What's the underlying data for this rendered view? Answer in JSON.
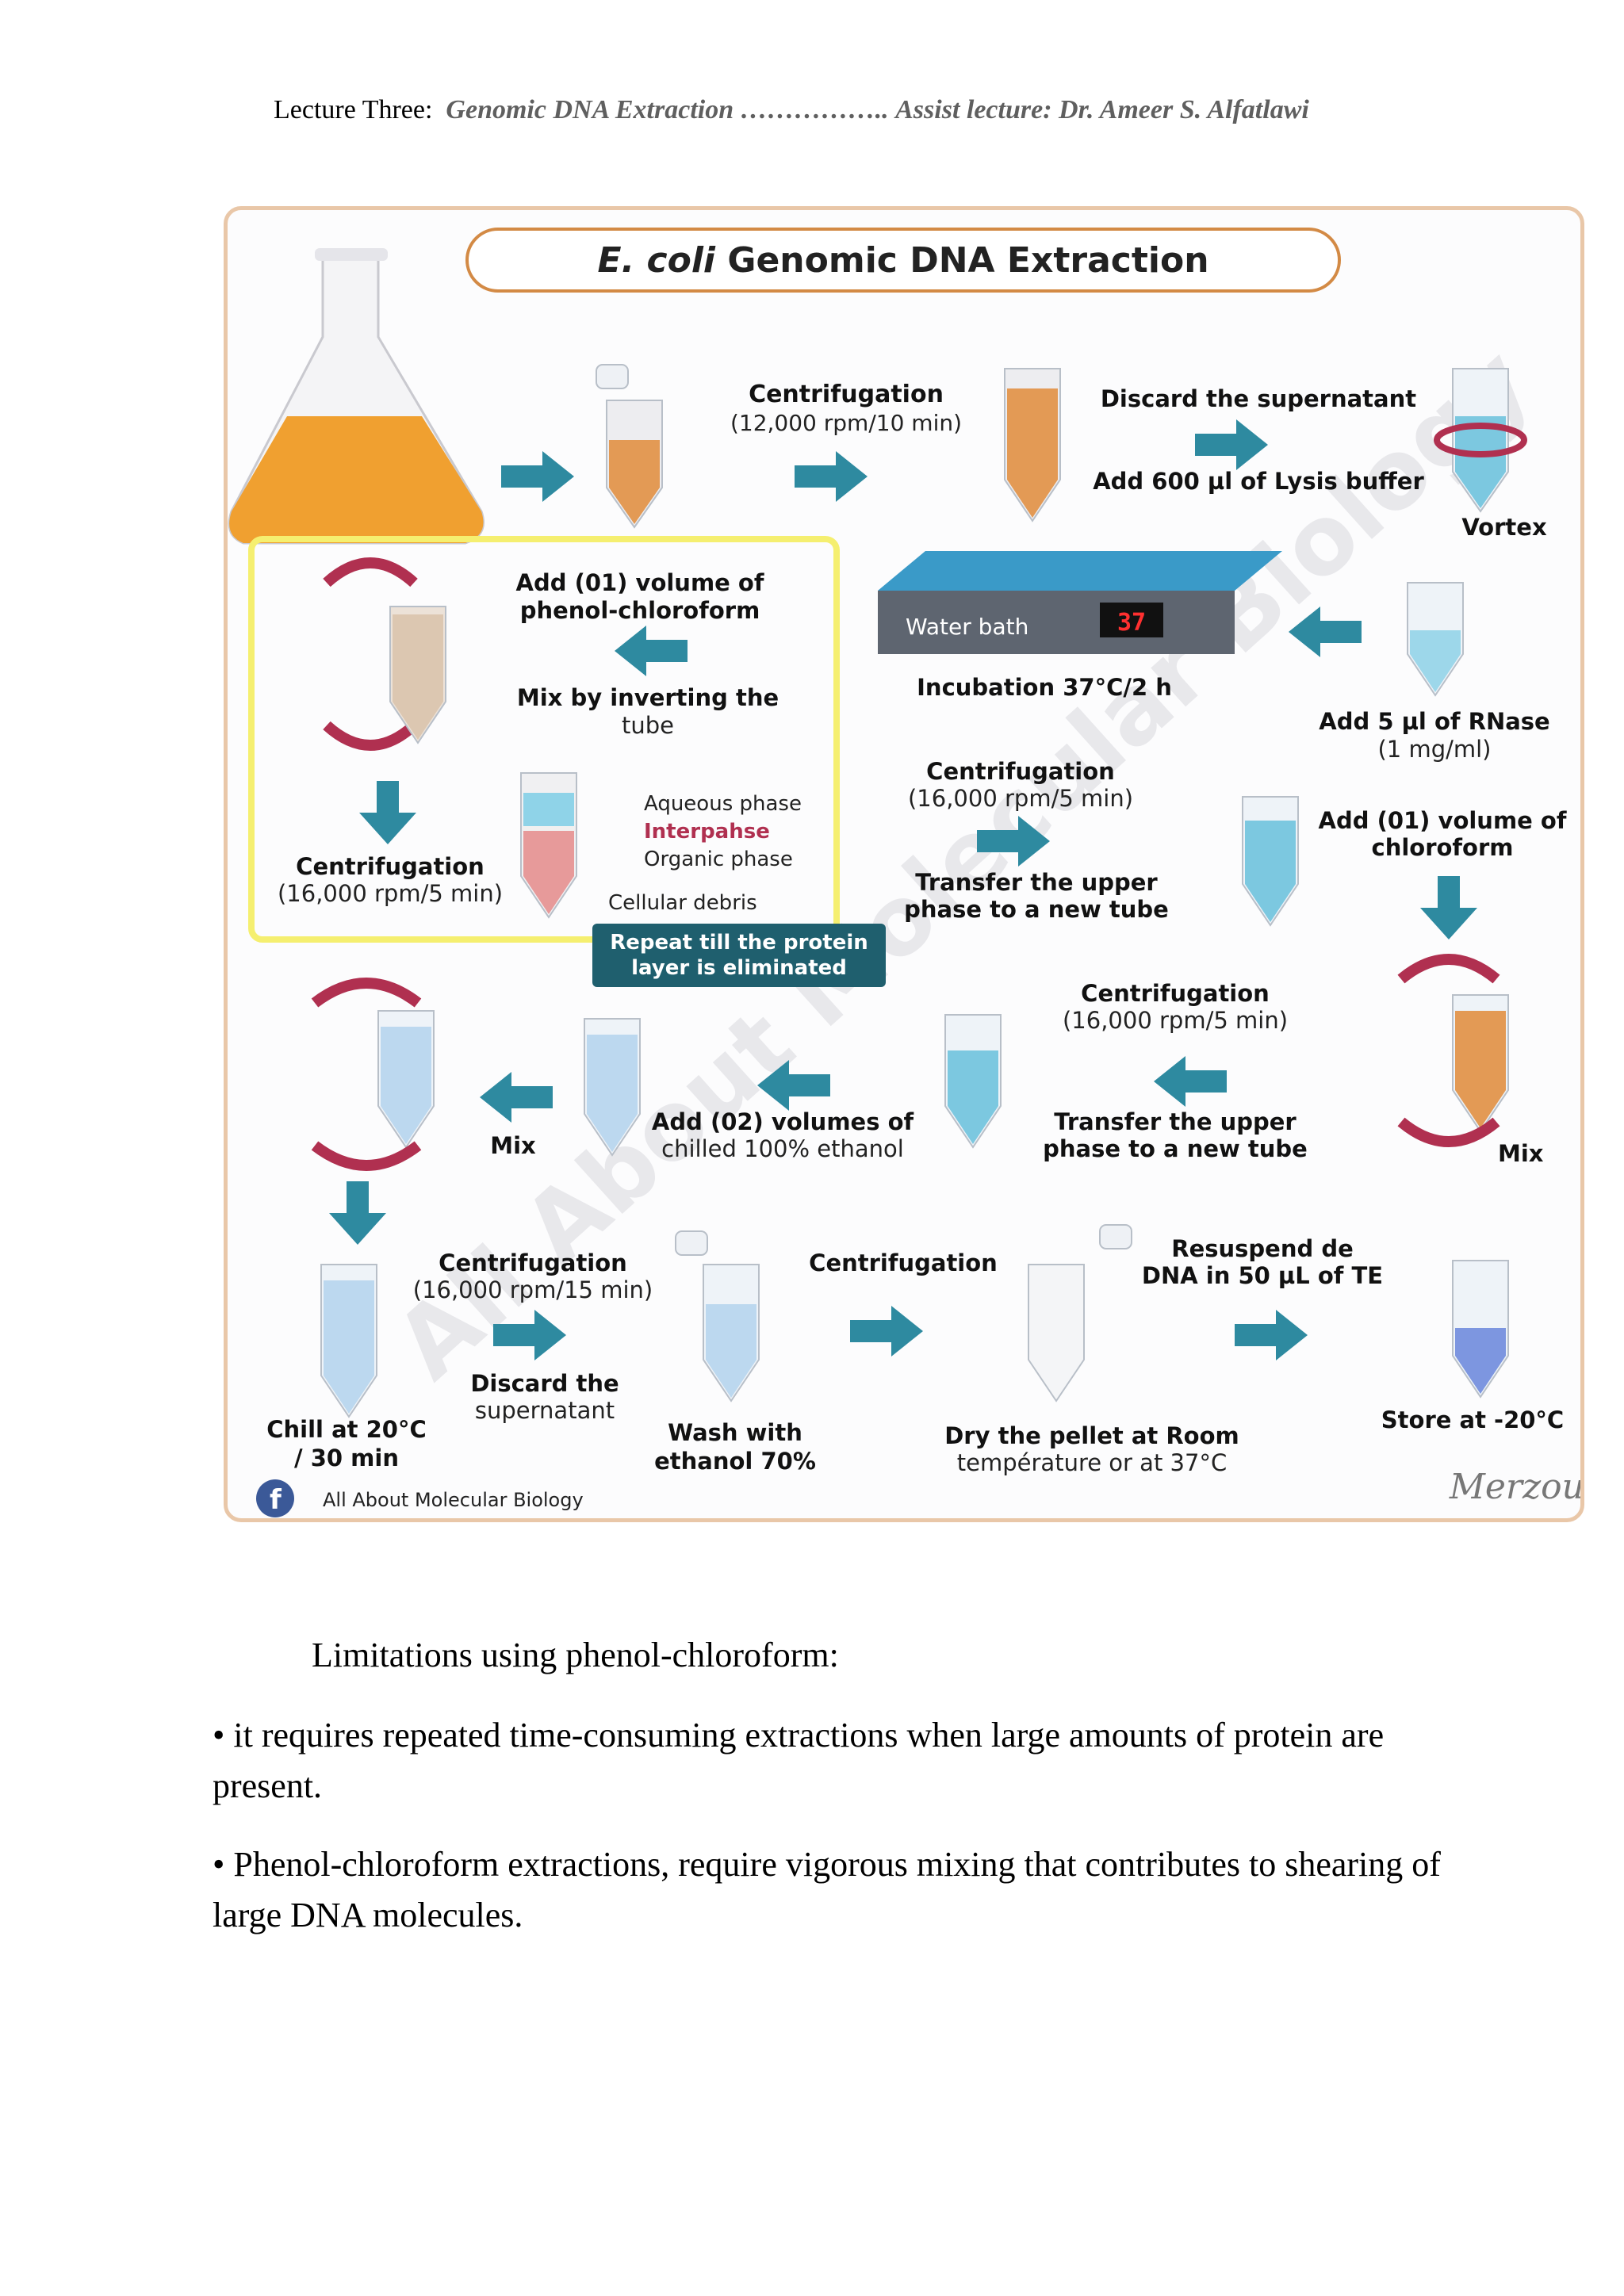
{
  "header": {
    "prefix": "Lecture Three:",
    "title": "Genomic DNA Extraction ……………..",
    "author": "Assist lecture: Dr. Ameer S. Alfatlawi"
  },
  "figure": {
    "title_italic": "E. coli",
    "title_rest": " Genomic DNA Extraction",
    "watermark": "All About Molecular Biology",
    "footer_credit": "All About Molecular Biology",
    "signature": "Merzoug",
    "steps": {
      "centrifugation_1": "Centrifugation",
      "centrifugation_1_sub": "(12,000 rpm/10 min)",
      "discard_supernatant": "Discard the supernatant",
      "add_lysis": "Add 600 µl of Lysis buffer",
      "vortex": "Vortex",
      "add_phenol_1": "Add (01) volume of",
      "add_phenol_2": "phenol-chloroform",
      "mix_inverting_1": "Mix by inverting the",
      "mix_inverting_2": "tube",
      "water_bath": "Water bath",
      "temp_display": "37",
      "incubation": "Incubation 37°C/2 h",
      "add_rnase_1": "Add 5 µl of RNase",
      "add_rnase_2": "(1 mg/ml)",
      "aqueous_phase": "Aqueous phase",
      "interphase": "Interpahse",
      "organic_phase": "Organic phase",
      "cellular_debris": "Cellular debris",
      "centrifugation_2": "Centrifugation",
      "centrifugation_2_sub": "(16,000 rpm/5 min)",
      "centrifugation_3": "Centrifugation",
      "centrifugation_3_sub": "(16,000 rpm/5 min)",
      "transfer_upper_1a": "Transfer the upper",
      "transfer_upper_1b": "phase to a new tube",
      "add_chloroform_1": "Add (01) volume of",
      "add_chloroform_2": "chloroform",
      "repeat_1": "Repeat till the protein",
      "repeat_2": "layer is eliminated",
      "centrifugation_4": "Centrifugation",
      "centrifugation_4_sub": "(16,000 rpm/5 min)",
      "transfer_upper_2a": "Transfer the upper",
      "transfer_upper_2b": "phase to a new tube",
      "mix_right": "Mix",
      "add_ethanol_1": "Add (02) volumes of",
      "add_ethanol_2": "chilled 100% ethanol",
      "mix_left": "Mix",
      "centrifugation_5": "Centrifugation",
      "centrifugation_5_sub": "(16,000 rpm/15 min)",
      "discard_1": "Discard the",
      "discard_2": "supernatant",
      "chill_1": "Chill at 20°C",
      "chill_2": "/ 30 min",
      "wash_1": "Wash with",
      "wash_2": "ethanol 70%",
      "centrifugation_6": "Centrifugation",
      "dry_1": "Dry the pellet at Room",
      "dry_2": "température or at 37°C",
      "resuspend_1": "Resuspend de",
      "resuspend_2": "DNA in 50 µL of TE",
      "store": "Store at -20°C"
    }
  },
  "limitations": {
    "title": "Limitations using phenol-chloroform:",
    "bullets": [
      "• it requires repeated time-consuming extractions when large amounts of protein are present.",
      "• Phenol-chloroform extractions, require vigorous mixing that contributes to shearing of large DNA molecules."
    ]
  },
  "colors": {
    "arrow": "#2e8aa0",
    "flask_liquid": "#f0a030",
    "rotate_arrow": "#b03050",
    "highlight_box": "#f5ef70",
    "repeat_box": "#1f5f6e"
  }
}
